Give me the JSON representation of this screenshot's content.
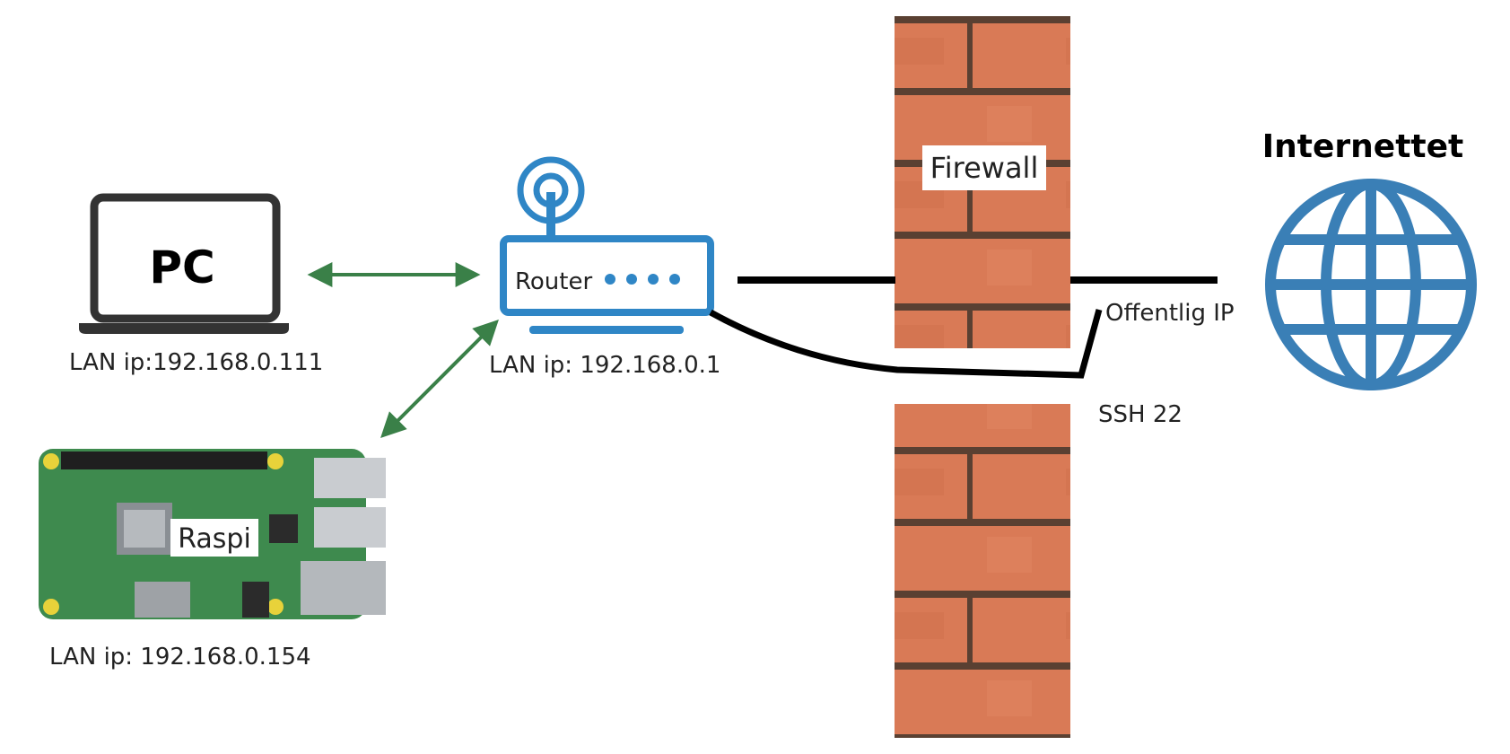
{
  "pc": {
    "title": "PC",
    "ip": "LAN ip:192.168.0.111"
  },
  "router": {
    "title": "Router",
    "ip": "LAN ip: 192.168.0.1"
  },
  "raspi": {
    "title": "Raspi",
    "ip": "LAN ip: 192.168.0.154"
  },
  "firewall": {
    "title": "Firewall"
  },
  "internet": {
    "title": "Internettet",
    "public_ip": "Offentlig IP"
  },
  "ssh": {
    "label": "SSH 22"
  },
  "colors": {
    "arrow": "#3a8048",
    "router_blue": "#2f86c6",
    "globe_blue": "#3a7fb6",
    "brick": "#d97a56",
    "mortar": "#5a4032",
    "board_green": "#3e8a4e",
    "cable": "#000000"
  },
  "icons": [
    "laptop-icon",
    "router-icon",
    "wifi-signal-icon",
    "raspberry-pi-board-icon",
    "brick-wall-icon",
    "globe-icon"
  ]
}
